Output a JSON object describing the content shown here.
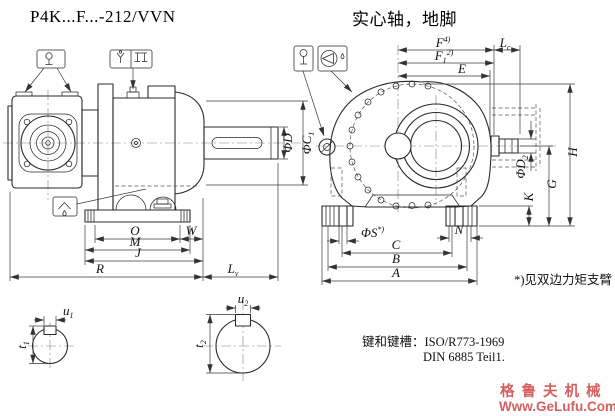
{
  "titles": {
    "model": "P4K...F...-212/VVN",
    "config": "实心轴，地脚"
  },
  "dims": {
    "O": "O",
    "M": "M",
    "J": "J",
    "R": "R",
    "W": "W",
    "E": "E",
    "A": "A",
    "B": "B",
    "C": "C",
    "N": "N",
    "H": "H",
    "G": "G",
    "K": "K",
    "Lv": {
      "main": "L",
      "sub": "v"
    },
    "Lc": {
      "main": "L",
      "sub": "c"
    },
    "phiD": "ΦD",
    "phiC1": {
      "main": "ΦC",
      "sub": "1"
    },
    "phiD2": {
      "main": "ΦD",
      "sub": "2"
    },
    "phiS": {
      "main": "ΦS",
      "sup": "*)"
    },
    "F": {
      "main": "F",
      "sup": "4)"
    },
    "F1": {
      "main": "F",
      "sub": "1",
      "sup": "2)"
    },
    "u1": {
      "main": "u",
      "sub": "1"
    },
    "t1": {
      "main": "t",
      "sub": "1"
    },
    "u2": {
      "main": "u",
      "sub": "2"
    },
    "t2": {
      "main": "t",
      "sub": "2"
    }
  },
  "notes": {
    "torque_arm": "*)见双边力矩支臂",
    "keyway_line1": "键和键槽：ISO/R773-1969",
    "keyway_line2": "DIN 6885 Teil1."
  },
  "watermark": {
    "line1": "格鲁夫机械",
    "line2": "Www.GeLufu.Com",
    "color": "#d4605f"
  },
  "icons": {
    "left_box1": "lifting-eyebolt-icon",
    "left_box2a": "breather-vent-icon",
    "left_box2b": "mounting-bracket-icon",
    "left_box3": "oil-drain-icon",
    "right_box1": "lifting-eyebolt-icon",
    "right_box2": "oil-level-sight-icon"
  },
  "colors": {
    "line": "#2a2a2a",
    "dimension": "#3a3a3a",
    "centerline": "#808080",
    "watermark": "#d4605f",
    "background": "#ffffff"
  }
}
